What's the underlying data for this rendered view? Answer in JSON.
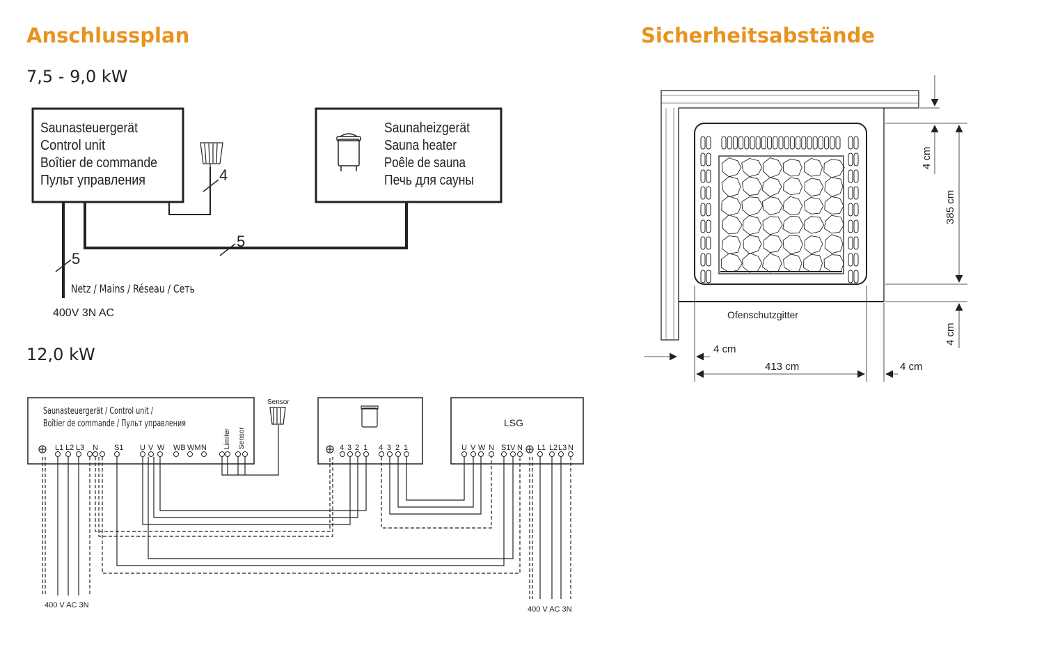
{
  "left_title": "Anschlussplan",
  "right_title": "Sicherheitsabstände",
  "plan1": {
    "heading": "7,5 - 9,0 kW",
    "control_unit": [
      "Saunasteuergerät",
      "Control unit",
      "Boîtier de commande",
      "Пульт управления"
    ],
    "heater": [
      "Saunaheizgerät",
      "Sauna heater",
      "Poêle de sauna",
      "Печь для сауны"
    ],
    "wire_sensor": "4",
    "wire_heater": "5",
    "wire_mains": "5",
    "mains_label": "Netz / Mains / Réseau / Сеть",
    "voltage": "400V 3N AC"
  },
  "plan2": {
    "heading": "12,0 kW",
    "control_title_1": "Saunasteuergerät / Control unit /",
    "control_title_2": "Boîtier de commande / Пульт управления",
    "sensor_label": "Sensor",
    "limiter_label": "Limiter",
    "sensor_term_label": "Sensor",
    "control_terminals": [
      "L1",
      "L2",
      "L3",
      "N",
      "S1",
      "U",
      "V",
      "W",
      "WB",
      "WM",
      "N"
    ],
    "heater_terminals": [
      "4",
      "3",
      "2",
      "1",
      "4",
      "3",
      "2",
      "1"
    ],
    "lsg_label": "LSG",
    "lsg_terminals": [
      "U",
      "V",
      "W",
      "N",
      "S1",
      "V",
      "N",
      "L1",
      "L2",
      "L3",
      "N"
    ],
    "voltage_left": "400 V AC 3N",
    "voltage_right": "400 V AC 3N"
  },
  "clearance": {
    "guard_label": "Ofenschutzgitter",
    "top_gap": "4 cm",
    "depth": "385 cm",
    "bottom_gap": "4 cm",
    "left_gap": "4 cm",
    "width": "413 cm",
    "right_gap": "4 cm"
  }
}
